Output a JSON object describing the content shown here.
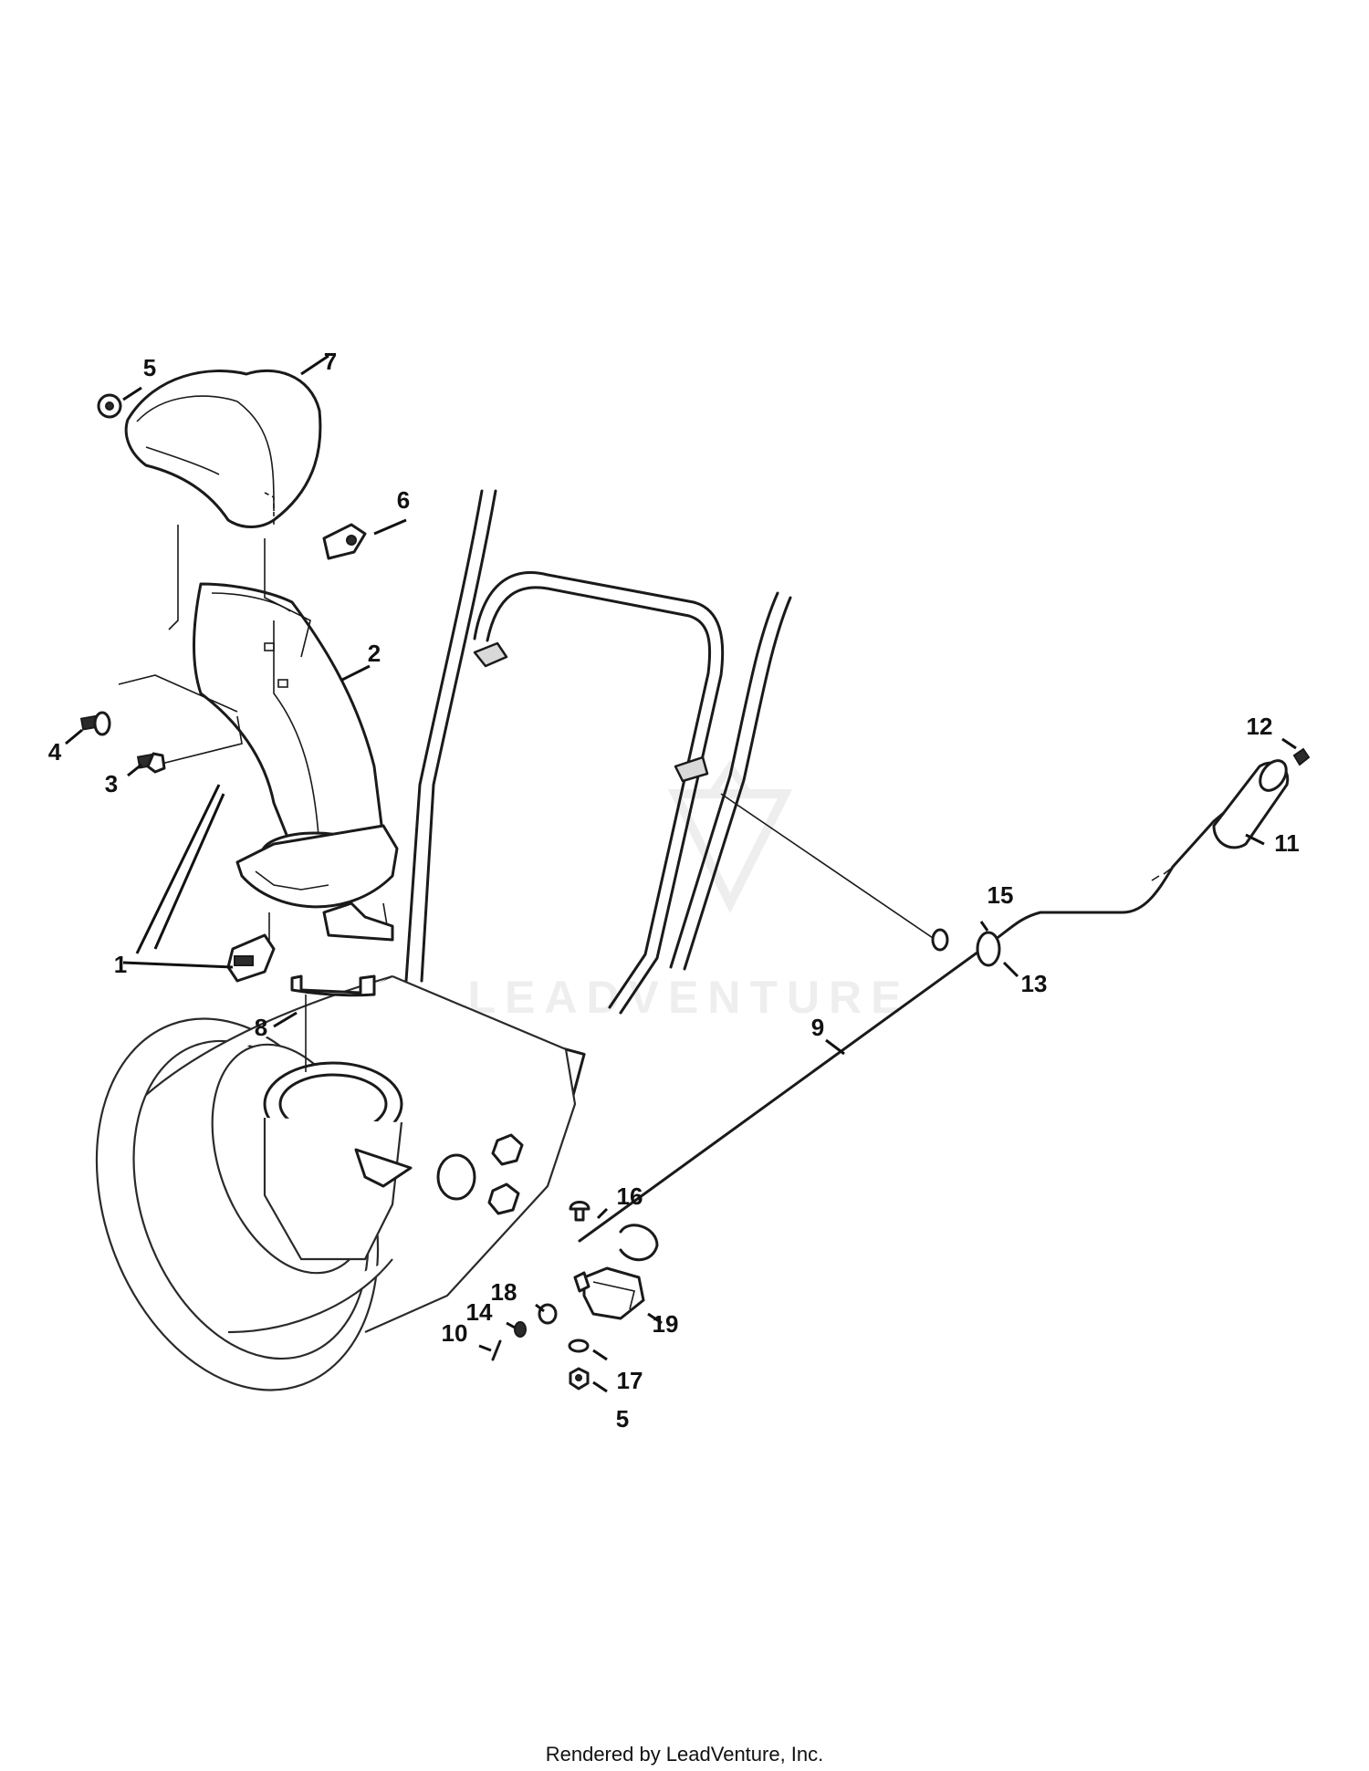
{
  "watermark": "LEADVENTURE",
  "footer": "Rendered by LeadVenture, Inc.",
  "callouts": [
    "1",
    "2",
    "3",
    "4",
    "5",
    "6",
    "7",
    "8",
    "9",
    "10",
    "11",
    "12",
    "13",
    "14",
    "15",
    "16",
    "17",
    "18",
    "19",
    "5"
  ]
}
